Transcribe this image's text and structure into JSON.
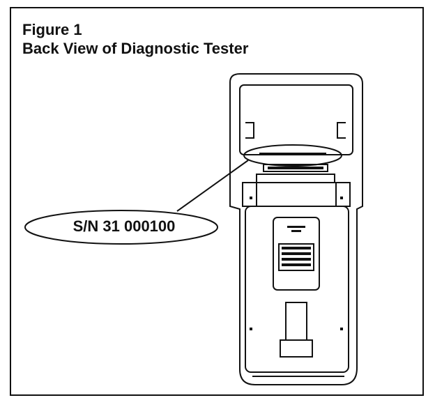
{
  "figure": {
    "number_label": "Figure 1",
    "title": "Back View of Diagnostic Tester"
  },
  "callout": {
    "serial_number": "S/N 31 000100"
  }
}
